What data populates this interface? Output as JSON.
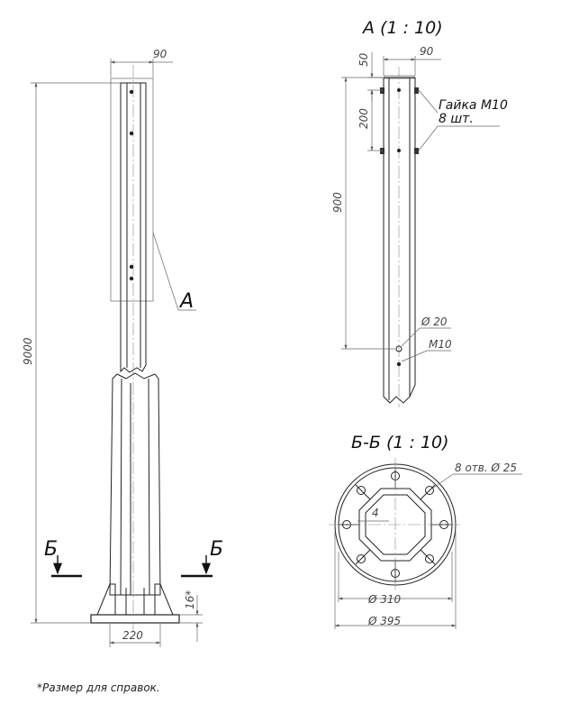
{
  "pole_view": {
    "dim_top_width": "90",
    "dim_height": "9000",
    "dim_base_width": "220",
    "dim_base_thickness": "16*",
    "callout_a": "А",
    "section_mark_left": "Б",
    "section_mark_right": "Б"
  },
  "detail_a": {
    "title": "А (1 : 10)",
    "dim_width": "90",
    "dim_50": "50",
    "dim_200": "200",
    "dim_900": "900",
    "nut_label_line1": "Гайка М10",
    "nut_label_line2": "8 шт.",
    "hole_diameter": "Ø 20",
    "thread_label": "М10"
  },
  "section_bb": {
    "title": "Б-Б (1 : 10)",
    "holes_label": "8 отв. Ø 25",
    "dim_4": "4",
    "dim_inner_diameter": "Ø 310",
    "dim_outer_diameter": "Ø 395"
  },
  "footnote": "*Размер для справок."
}
